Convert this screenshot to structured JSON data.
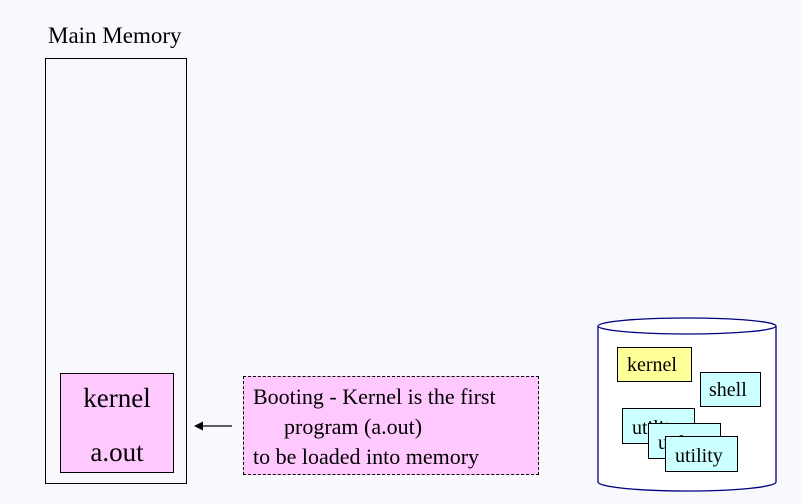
{
  "memory": {
    "title": "Main Memory",
    "kernel_label": "kernel",
    "program_label": "a.out"
  },
  "callout": {
    "line1": "Booting - Kernel is the first",
    "line2": "program (a.out)",
    "line3": "to be loaded  into memory"
  },
  "disk": {
    "kernel": "kernel",
    "shell": "shell",
    "utility_back1": "utility",
    "utility_back2": "utility",
    "utility_front": "utility"
  },
  "colors": {
    "background": "#f8f8fd",
    "kernel_block": "#ffc8ff",
    "callout_fill": "#ffc8ff",
    "disk_stroke": "#000080",
    "disk_kernel": "#ffff99",
    "disk_file": "#ccffff"
  }
}
